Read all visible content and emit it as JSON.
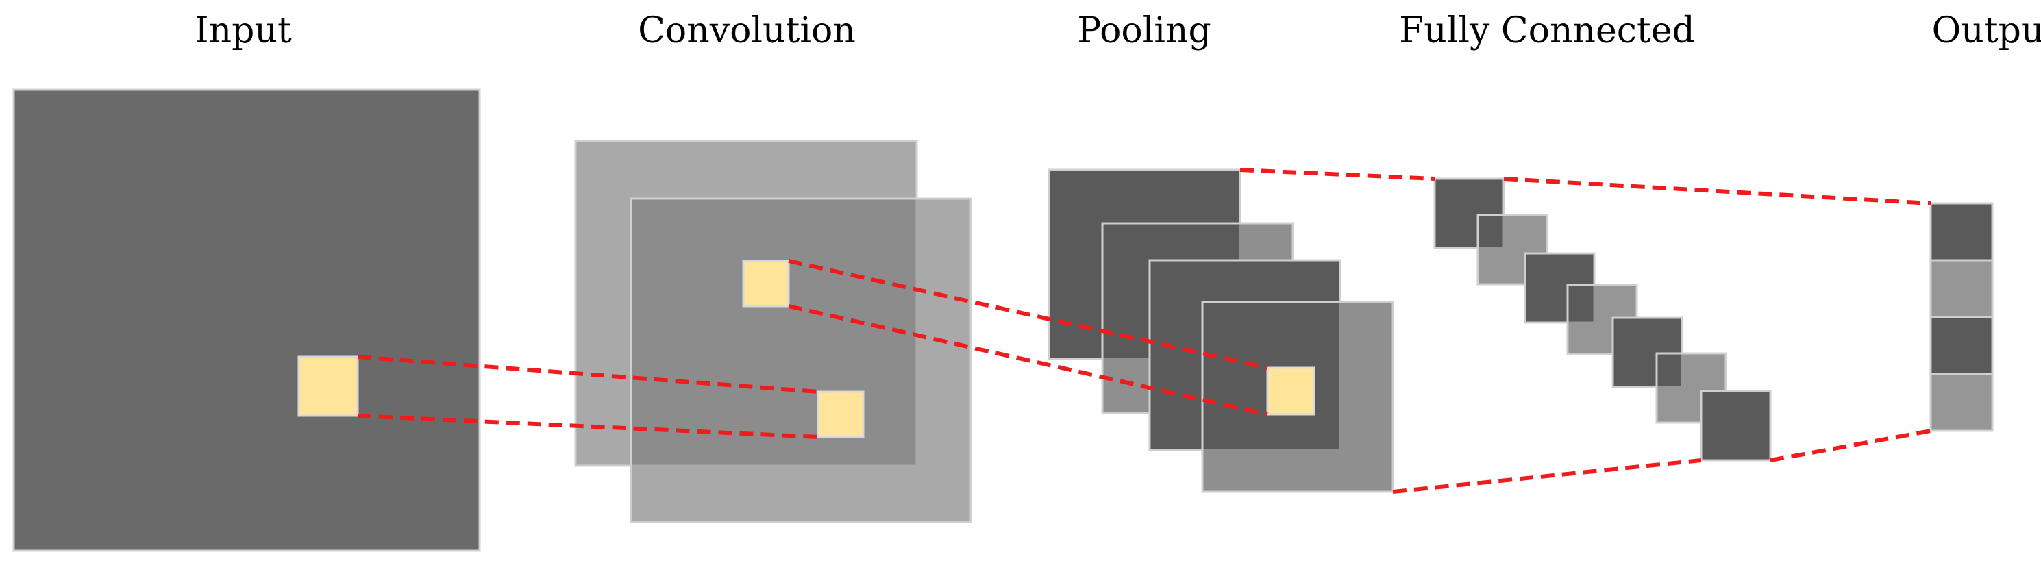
{
  "stages": [
    {
      "id": "input",
      "label": "Input"
    },
    {
      "id": "convolution",
      "label": "Convolution"
    },
    {
      "id": "pooling",
      "label": "Pooling"
    },
    {
      "id": "fully-connected",
      "label": "Fully Connected"
    },
    {
      "id": "output",
      "label": "Output"
    }
  ],
  "colors": {
    "input_map": "#6a6a6a",
    "conv_map": "#a9a9a9",
    "conv_map_front": "#8c8c8c",
    "pool_map_dark": "#5a5a5a",
    "pool_map_light": "#8f8f8f",
    "fc_dark": "#5a5a5a",
    "fc_light": "#969696",
    "kernel": "#ffe49a",
    "connector": "#ee1c1c"
  }
}
